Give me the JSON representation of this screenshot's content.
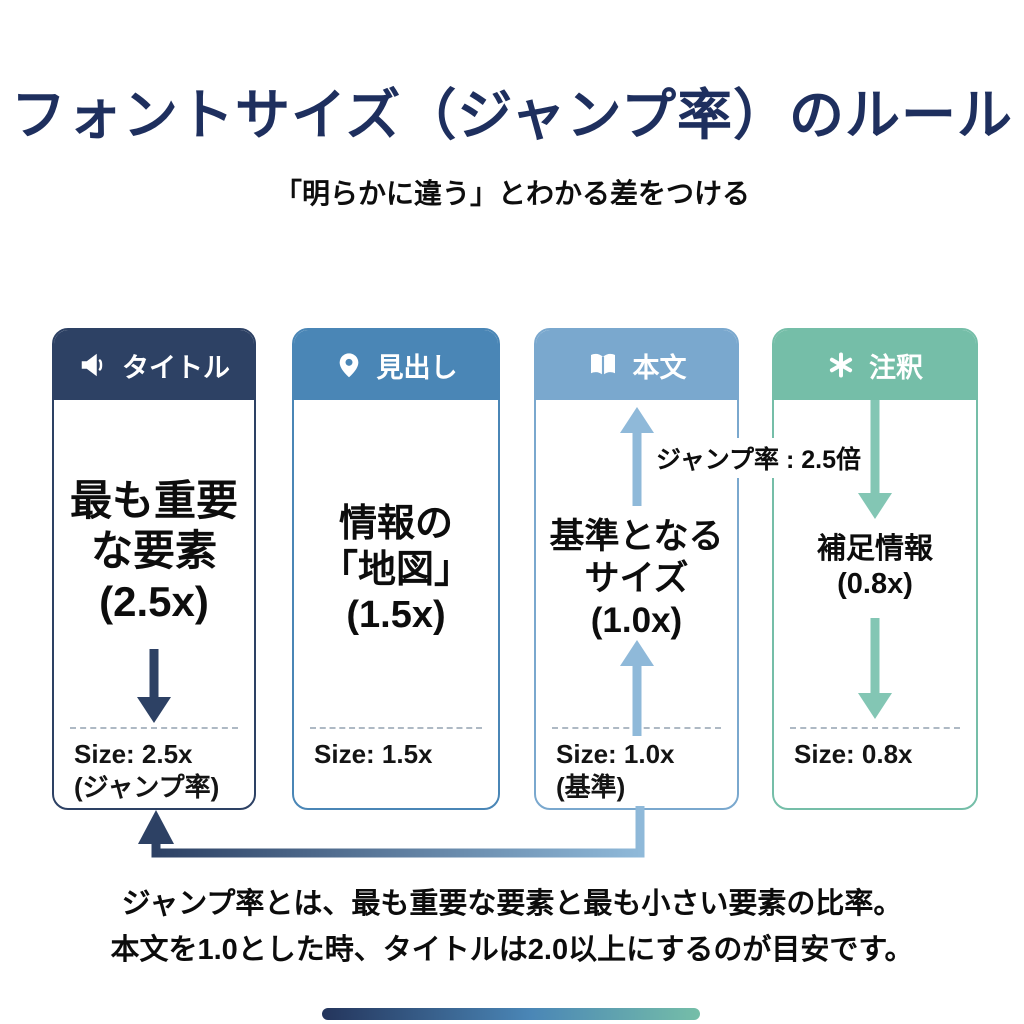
{
  "page": {
    "title": "フォントサイズ（ジャンプ率）のルール",
    "subtitle": "「明らかに違う」とわかる差をつける",
    "jump_rate_label": "ジャンプ率 : 2.5倍",
    "footnote_line1": "ジャンプ率とは、最も重要な要素と最も小さい要素の比率。",
    "footnote_line2": "本文を1.0とした時、タイトルは2.0以上にするのが目安です。"
  },
  "cards": [
    {
      "header": "タイトル",
      "icon": "megaphone-icon",
      "lines": [
        "最も重要",
        "な要素",
        "(2.5x)"
      ],
      "size_label": "Size: 2.5x",
      "size_note": "(ジャンプ率)",
      "accent": "#2d4164",
      "arrow": "down"
    },
    {
      "header": "見出し",
      "icon": "map-pin-icon",
      "lines": [
        "情報の",
        "「地図」",
        "(1.5x)"
      ],
      "size_label": "Size: 1.5x",
      "accent": "#4a86b6",
      "arrow": "none"
    },
    {
      "header": "本文",
      "icon": "open-book-icon",
      "lines": [
        "基準となる",
        "サイズ",
        "(1.0x)"
      ],
      "size_label": "Size: 1.0x",
      "size_note": "(基準)",
      "accent": "#7aa8ce",
      "arrow": "up"
    },
    {
      "header": "注釈",
      "icon": "asterisk-icon",
      "lines": [
        "補足情報",
        "(0.8x)"
      ],
      "size_label": "Size: 0.8x",
      "accent": "#75bea8",
      "arrow": "down"
    }
  ],
  "colors": {
    "title_text": "#1e2f5e",
    "card1_accent": "#2d4164",
    "card2_accent": "#4a86b6",
    "card3_accent": "#7aa8ce",
    "card4_accent": "#75bea8",
    "card3_arrow": "#8fb9d9",
    "card4_arrow": "#83c6b4",
    "connector_dark": "#2d4164",
    "connector_light": "#8fb9d9",
    "dashed_divider": "#aeb9c4"
  }
}
